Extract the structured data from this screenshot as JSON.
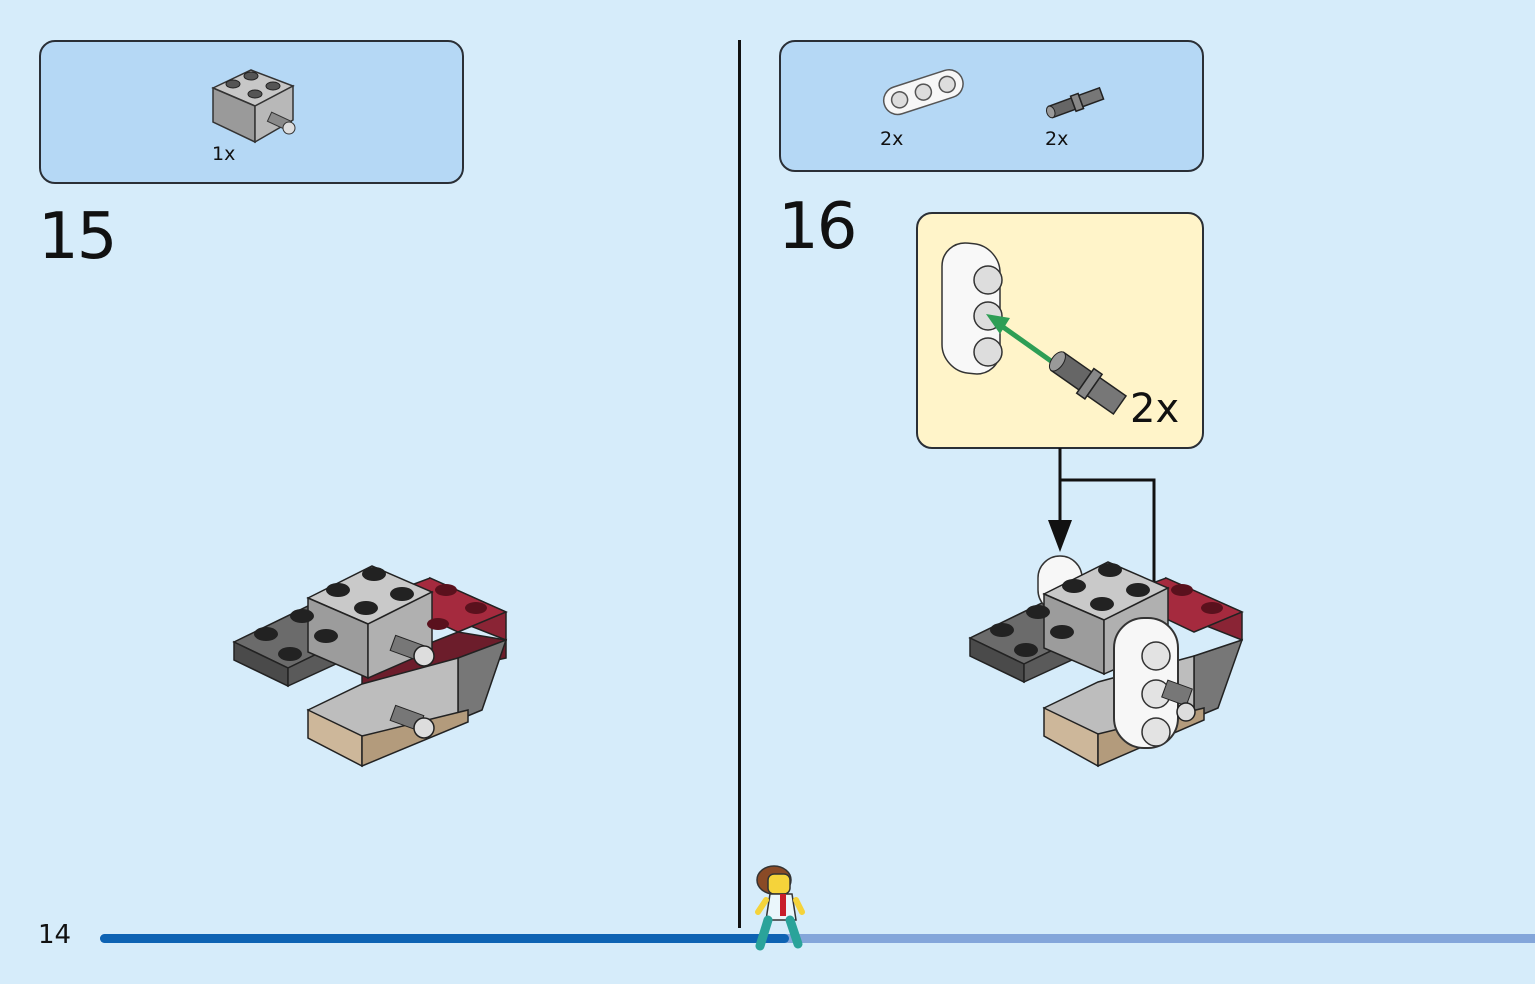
{
  "page_number": "14",
  "progress_fraction": 0.48,
  "steps": [
    {
      "number": "15",
      "parts": [
        {
          "quantity": "1x",
          "icon": "gray-technic-brick-2x2-with-pin-icon"
        }
      ]
    },
    {
      "number": "16",
      "parts": [
        {
          "quantity": "2x",
          "icon": "white-technic-beam-3-icon"
        },
        {
          "quantity": "2x",
          "icon": "gray-technic-pin-icon"
        }
      ],
      "callout": {
        "quantity": "2x"
      }
    }
  ],
  "colors": {
    "background": "#d6ecfa",
    "parts_box": "#b5d8f5",
    "callout": "#fff4c9",
    "progress_done": "#0e63b3",
    "progress_remaining": "#84a6da",
    "insert_arrow": "#2e9e55"
  }
}
